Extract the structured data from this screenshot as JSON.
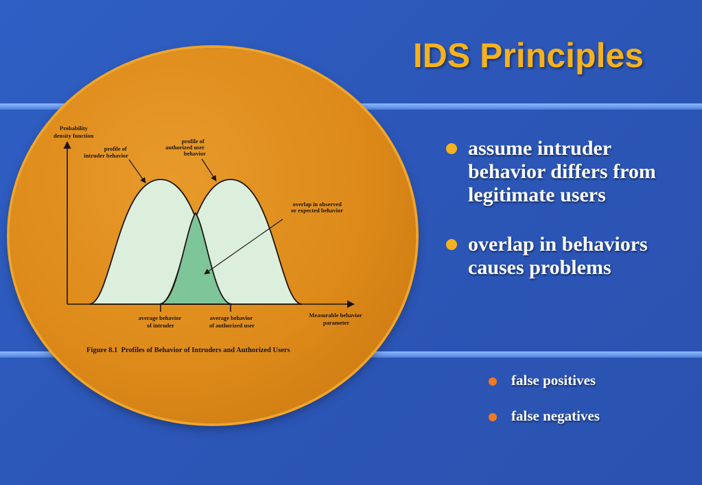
{
  "slide": {
    "title": "IDS Principles",
    "bullets": [
      "assume intruder behavior differs from legitimate users",
      "overlap in behaviors causes problems"
    ],
    "sub_bullets": [
      "false positives",
      "false negatives"
    ]
  },
  "figure": {
    "y_axis_label": [
      "Probability",
      "density function"
    ],
    "intruder_profile_label": [
      "profile of",
      "intruder behavior"
    ],
    "authorized_profile_label": [
      "profile of",
      "authorized user",
      "behavior"
    ],
    "overlap_label": [
      "overlap in observed",
      "or expected behavior"
    ],
    "avg_intruder_label": [
      "average behavior",
      "of intruder"
    ],
    "avg_authorized_label": [
      "average behavior",
      "of authorized user"
    ],
    "x_axis_label": [
      "Measurable behavior",
      "parameter"
    ],
    "caption": "Figure 8.1  Profiles of Behavior of Intruders and Authorized Users"
  },
  "colors": {
    "background": "#2c57b8",
    "title": "#f5b21e",
    "circle": "#dd8a1a",
    "curve_fill": "#dcefdc",
    "overlap_fill": "#7fc59a",
    "bullet_dot": "#f5b21e",
    "sub_bullet_dot": "#ee7a22"
  }
}
